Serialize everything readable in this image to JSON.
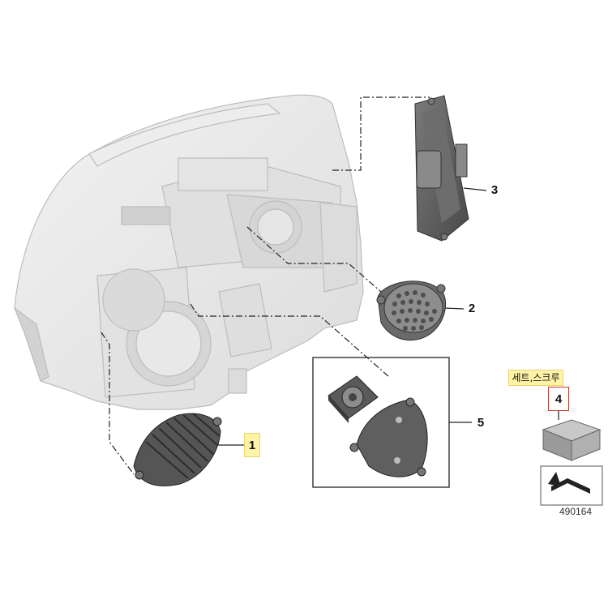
{
  "callouts": [
    {
      "id": "1",
      "label": "1",
      "highlighted": true
    },
    {
      "id": "2",
      "label": "2",
      "highlighted": false
    },
    {
      "id": "3",
      "label": "3",
      "highlighted": false
    },
    {
      "id": "4",
      "label": "4",
      "highlighted": false
    },
    {
      "id": "5",
      "label": "5",
      "highlighted": false
    }
  ],
  "set_label": "세트,스크루",
  "diagram_number": "490164",
  "colors": {
    "highlight": "#fff3a8",
    "highlight_border": "#e9d36a",
    "part_dark": "#5c5c5c",
    "housing": "#e6e6e6",
    "frame_border": "#c0392b"
  },
  "icons": [
    "headlight-housing",
    "heat-sink",
    "control-unit",
    "led-module",
    "fan",
    "mounting-plate",
    "screw-set-box",
    "orientation-arrow-icon"
  ]
}
